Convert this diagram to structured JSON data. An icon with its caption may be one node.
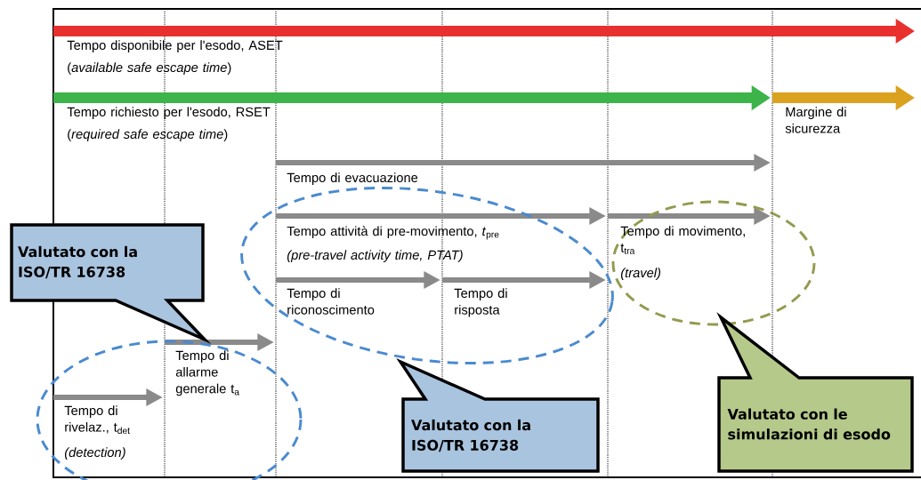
{
  "diagram": {
    "nodes": [
      {
        "text": [
          "Valutato con la ISO/TR 16738"
        ]
      },
      {
        "text": [
          "Valutato con la ISO/TR 16738"
        ]
      },
      {
        "text": [
          "Valutato con le simulazioni di esodo"
        ]
      }
    ],
    "labels": [
      "Tempo disponibile per l'esodo, ASET",
      "(*available safe escape time*)",
      "Tempo richiesto per l'esodo, RSET",
      "(*required safe escape time*)",
      "Margine di sicurezza",
      "Tempo di evacuazione",
      "Tempo attività di pre-movimento, *t*$_{pre}$",
      "(pre-travel activity time, PTAT)",
      "Tempo di riconoscimento",
      "Tempo di risposta",
      "Tempo di movimento, t$_{tra}$",
      "(travel)",
      "Tempo di allarme generale t$_{a}$",
      "Tempo di rivelaz., t$_{det}$",
      "(detection)"
    ]
  }
}
